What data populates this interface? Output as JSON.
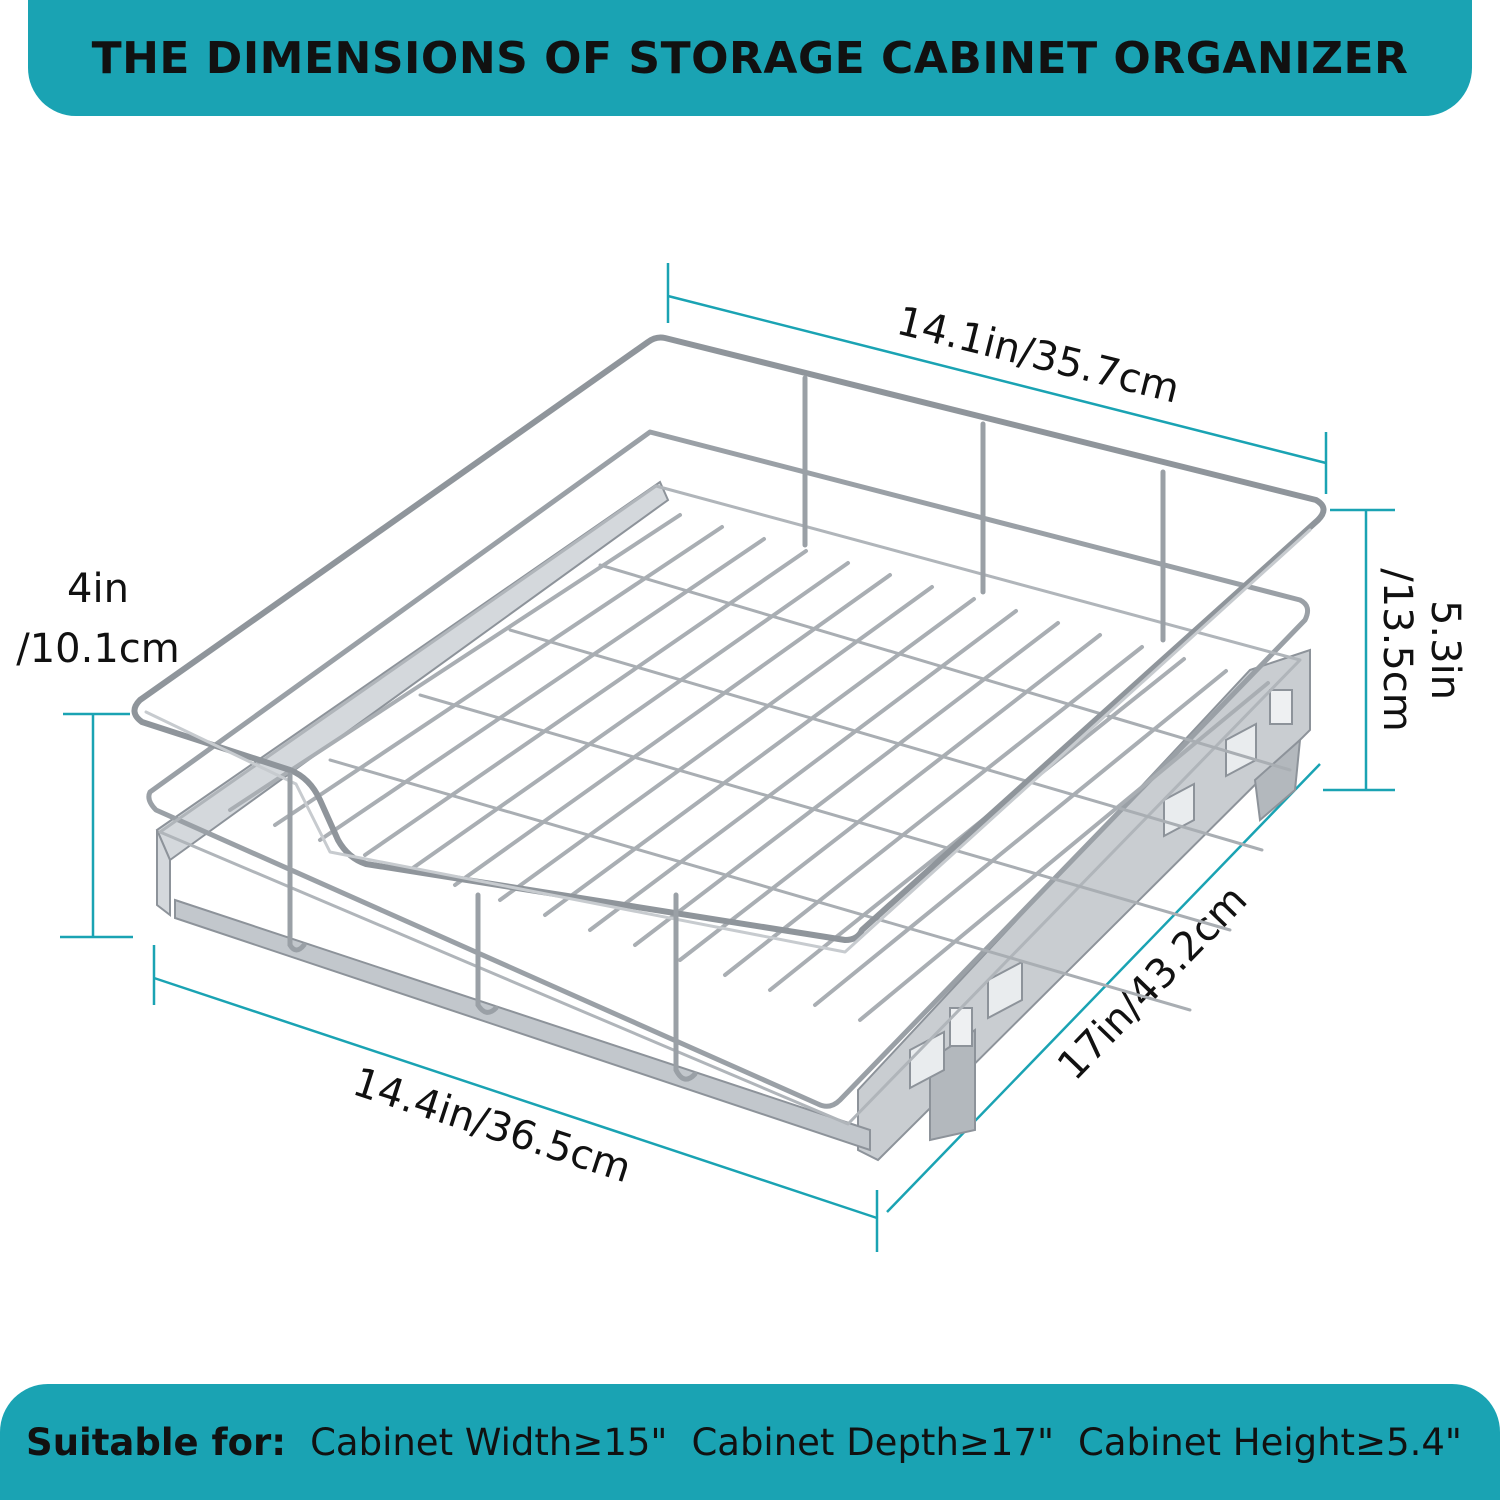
{
  "colors": {
    "banner": "#1aa3b3",
    "dimension_line": "#1aa3b3",
    "wire": "#9aa0a6",
    "rail": "#b9bec3"
  },
  "header": {
    "title": "THE DIMENSIONS OF STORAGE CABINET ORGANIZER"
  },
  "dimensions": {
    "top_width": "14.1in/35.7cm",
    "bottom_width": "14.4in/36.5cm",
    "depth": "17in/43.2cm",
    "basket_height_line1": "4in",
    "basket_height_line2": "/10.1cm",
    "total_height_line1": "5.3in",
    "total_height_line2": "/13.5cm"
  },
  "footer": {
    "lead": "Suitable for:",
    "requirements": [
      "Cabinet Width≥15\"",
      "Cabinet Depth≥17\"",
      "Cabinet Height≥5.4\""
    ]
  },
  "product": {
    "icon": "wire-pull-out-basket"
  }
}
